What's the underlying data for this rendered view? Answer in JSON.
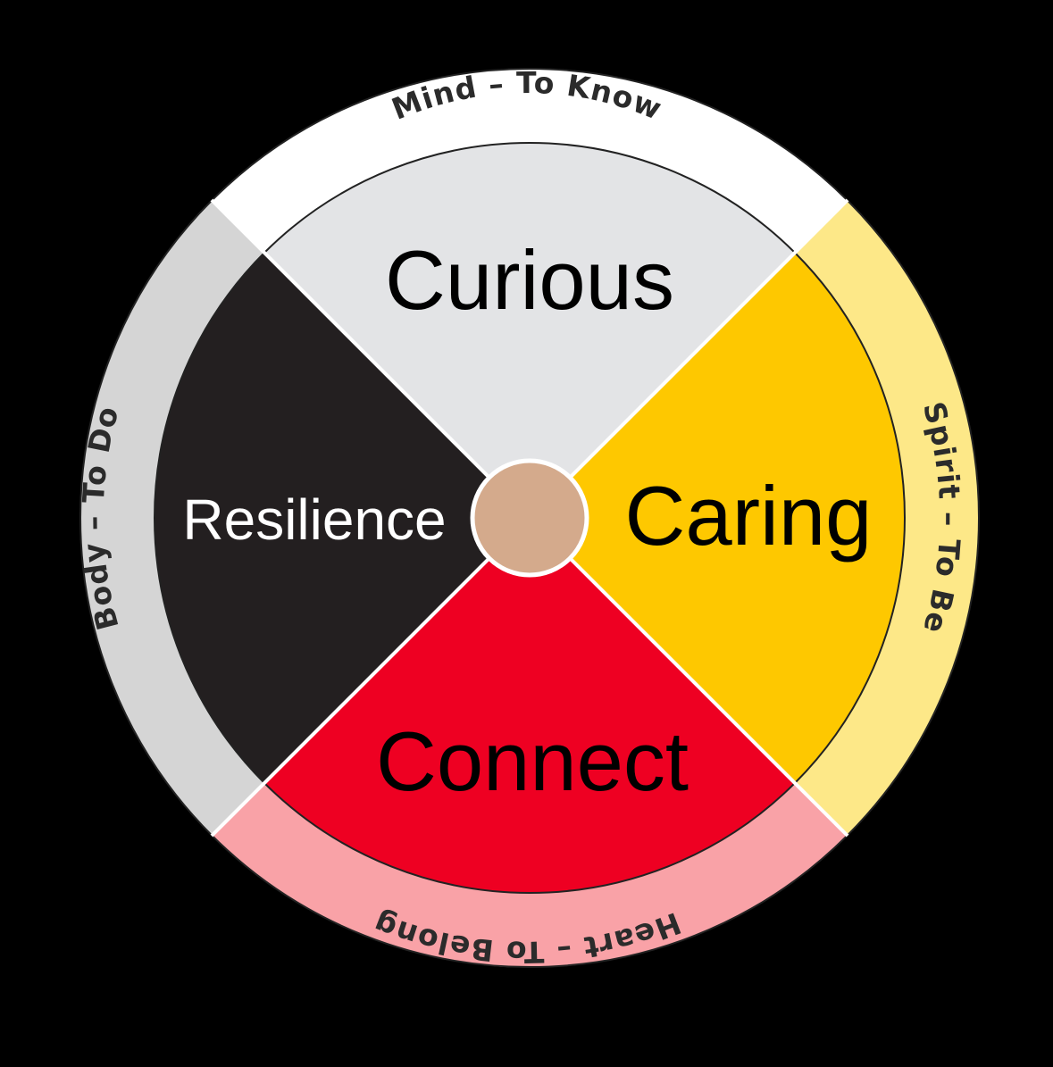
{
  "diagram": {
    "quadrants": {
      "top": {
        "label": "Curious",
        "fill": "#e3e4e6",
        "text_color": "#000000"
      },
      "right": {
        "label": "Caring",
        "fill": "#fec800",
        "text_color": "#000000"
      },
      "bottom": {
        "label": "Connect",
        "fill": "#ee0022",
        "text_color": "#000000"
      },
      "left": {
        "label": "Resilience",
        "fill": "#231f20",
        "text_color": "#ffffff"
      }
    },
    "ring": {
      "top": {
        "label": "Mind – To Know",
        "fill": "#ffffff"
      },
      "right": {
        "label": "Spirit – To Be",
        "fill": "#fde888"
      },
      "bottom": {
        "label": "Heart – To Belong",
        "fill": "#f9a2a7"
      },
      "left": {
        "label": "Body – To Do",
        "fill": "#d5d5d5"
      }
    },
    "center": {
      "fill": "#d4aa8c"
    }
  }
}
